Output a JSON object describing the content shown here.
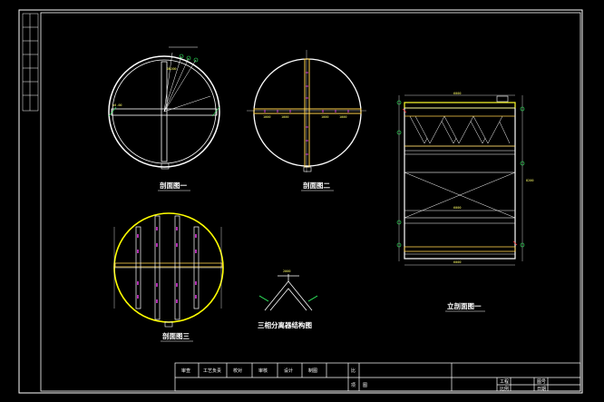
{
  "titles": {
    "section1": "剖面图一",
    "section2": "剖面图二",
    "section3": "剖面图三",
    "elevation": "立剖面图一",
    "separator": "三相分离器结构图"
  },
  "title_block": {
    "cells": [
      "审查",
      "工艺负责",
      "校对",
      "审核",
      "设计",
      "制图"
    ],
    "scale_label": "比",
    "item_label": "项",
    "sheet_label": "图",
    "right_top": "工程",
    "right_mid": "比例",
    "right_top2": "图号",
    "right_mid2": "日期"
  },
  "colors": {
    "background": "#000000",
    "frame": "#ffffff",
    "outline_yellow": "#ffff00",
    "beam": "#ffd24d",
    "accent_magenta": "#ff40ff",
    "accent_green": "#33ff66",
    "accent_cyan": "#33ccff",
    "accent_red": "#ff3333"
  }
}
